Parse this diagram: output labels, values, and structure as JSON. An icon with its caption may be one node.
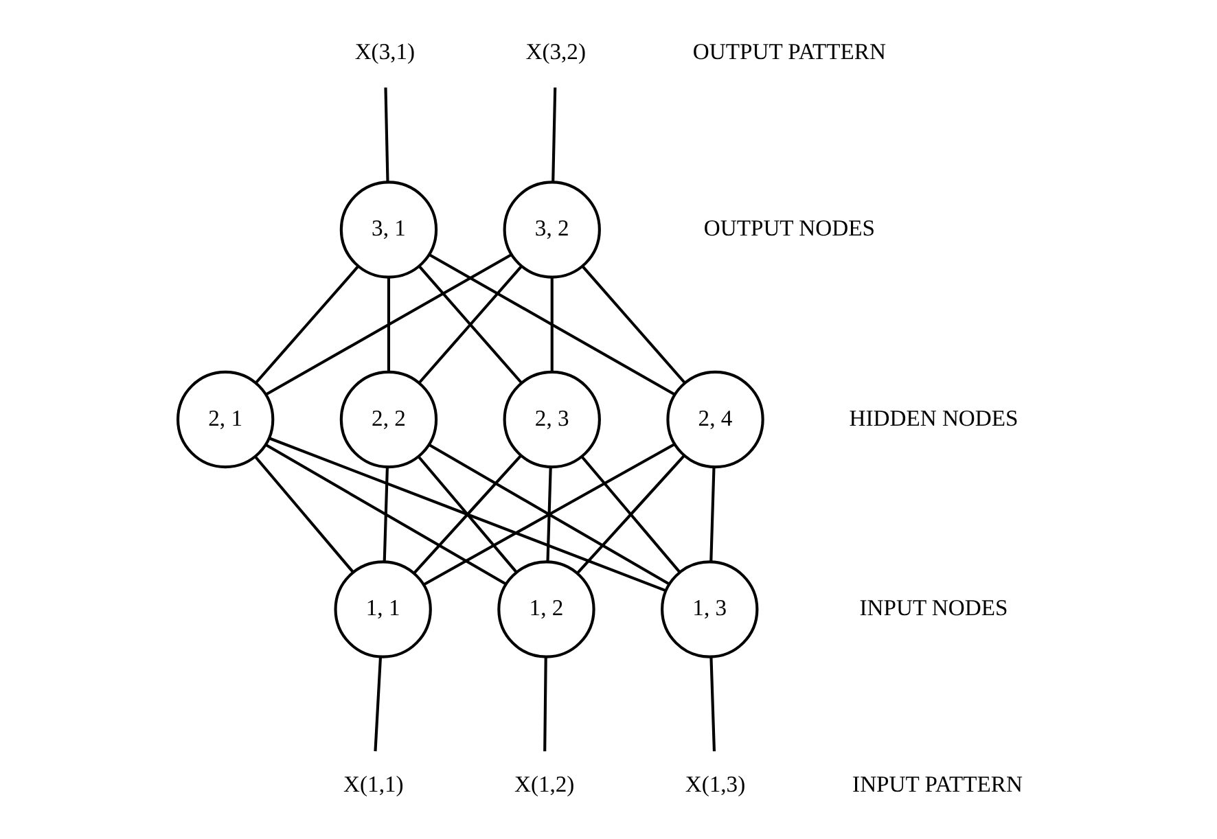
{
  "diagram": {
    "nodes": [
      {
        "text": [
          "X(3,1)"
        ]
      },
      {
        "text": [
          "X(3,2)"
        ]
      },
      {
        "text": [
          "3, 1"
        ]
      },
      {
        "text": [
          "3, 2"
        ]
      },
      {
        "text": [
          "2, 1"
        ]
      },
      {
        "text": [
          "2, 2"
        ]
      },
      {
        "text": [
          "2, 3"
        ]
      },
      {
        "text": [
          "2, 4"
        ]
      },
      {
        "text": [
          "1, 1"
        ]
      },
      {
        "text": [
          "1, 2"
        ]
      },
      {
        "text": [
          "1, 3"
        ]
      },
      {
        "text": [
          "X(1,1)"
        ]
      },
      {
        "text": [
          "X(1,2)"
        ]
      },
      {
        "text": [
          "X(1,3)"
        ]
      }
    ],
    "edges": [
      {
        "from": 0,
        "to": 2,
        "arrow": "none"
      },
      {
        "from": 1,
        "to": 3,
        "arrow": "none"
      },
      {
        "from": 2,
        "to": 4,
        "arrow": "none"
      },
      {
        "from": 2,
        "to": 5,
        "arrow": "none"
      },
      {
        "from": 2,
        "to": 6,
        "arrow": "none"
      },
      {
        "from": 2,
        "to": 7,
        "arrow": "none"
      },
      {
        "from": 3,
        "to": 4,
        "arrow": "none"
      },
      {
        "from": 3,
        "to": 5,
        "arrow": "none"
      },
      {
        "from": 3,
        "to": 6,
        "arrow": "none"
      },
      {
        "from": 3,
        "to": 7,
        "arrow": "none"
      },
      {
        "from": 4,
        "to": 8,
        "arrow": "none"
      },
      {
        "from": 4,
        "to": 9,
        "arrow": "none"
      },
      {
        "from": 4,
        "to": 10,
        "arrow": "none"
      },
      {
        "from": 5,
        "to": 8,
        "arrow": "none"
      },
      {
        "from": 5,
        "to": 9,
        "arrow": "none"
      },
      {
        "from": 5,
        "to": 10,
        "arrow": "none"
      },
      {
        "from": 6,
        "to": 8,
        "arrow": "none"
      },
      {
        "from": 6,
        "to": 9,
        "arrow": "none"
      },
      {
        "from": 6,
        "to": 10,
        "arrow": "none"
      },
      {
        "from": 7,
        "to": 8,
        "arrow": "none"
      },
      {
        "from": 7,
        "to": 9,
        "arrow": "none"
      },
      {
        "from": 7,
        "to": 10,
        "arrow": "none"
      },
      {
        "from": 8,
        "to": 11,
        "arrow": "none"
      },
      {
        "from": 9,
        "to": 12,
        "arrow": "none"
      },
      {
        "from": 10,
        "to": 13,
        "arrow": "none"
      }
    ],
    "labels": [
      "OUTPUT PATTERN",
      "OUTPUT NODES",
      "HIDDEN NODES",
      "INPUT NODES",
      "INPUT PATTERN"
    ]
  }
}
